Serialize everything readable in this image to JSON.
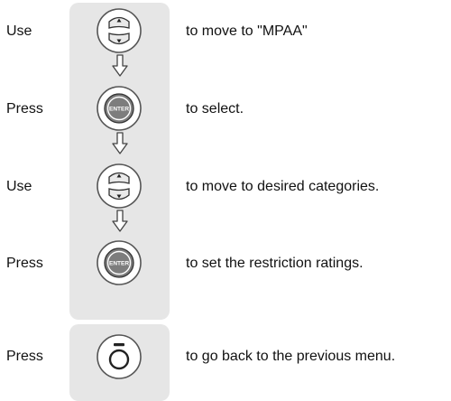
{
  "colors": {
    "panel": "#e6e6e6",
    "button_face": "#7d7d7d",
    "button_ring": "#ffffff",
    "outline": "#555555"
  },
  "steps": [
    {
      "action": "Use",
      "icon": "up-down-arrow-buttons-icon",
      "text": "to move to \"MPAA\""
    },
    {
      "action": "Press",
      "icon": "enter-button-icon",
      "text": "to select."
    },
    {
      "action": "Use",
      "icon": "up-down-arrow-buttons-icon",
      "text": "to move to desired categories."
    },
    {
      "action": "Press",
      "icon": "enter-button-icon",
      "text": "to set the restriction ratings."
    },
    {
      "action": "Press",
      "icon": "menu-button-icon",
      "text": "to go back to the previous menu."
    }
  ],
  "connectors": [
    "down-arrow-icon",
    "down-arrow-icon",
    "down-arrow-icon"
  ],
  "enter_button": {
    "label": "ENTER"
  }
}
